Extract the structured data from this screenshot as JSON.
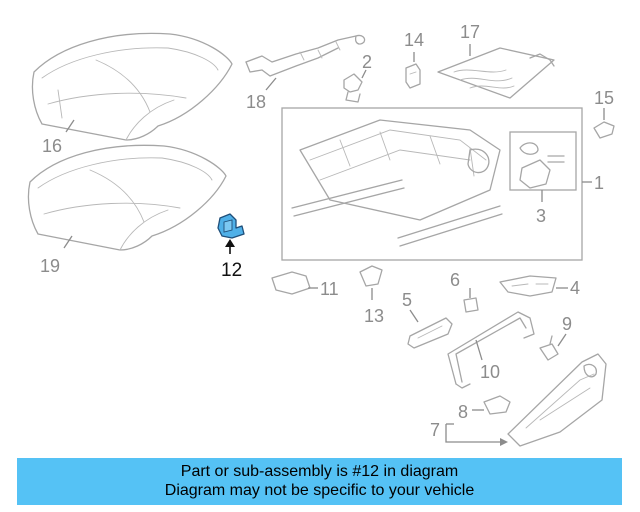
{
  "diagram": {
    "highlight_color": "#4fb0e8",
    "callouts": [
      "1",
      "2",
      "3",
      "4",
      "5",
      "6",
      "7",
      "8",
      "9",
      "10",
      "11",
      "12",
      "13",
      "14",
      "15",
      "16",
      "17",
      "18",
      "19"
    ],
    "highlighted_part": "12"
  },
  "banner": {
    "line1": "Part or sub-assembly is #12 in diagram",
    "line2": "Diagram may not be specific to your vehicle",
    "background": "#55c2f5"
  }
}
